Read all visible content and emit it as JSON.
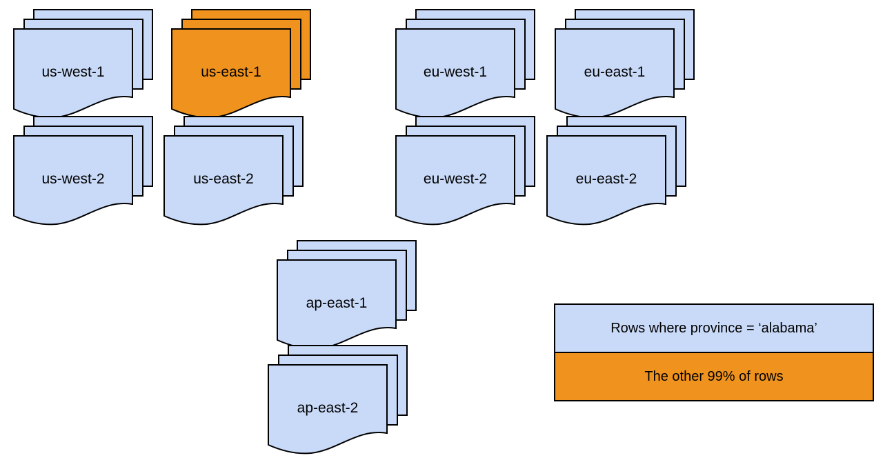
{
  "colors": {
    "normal": "#C9DAF8",
    "highlight": "#F0931E",
    "stroke": "#000000",
    "text": "#000000",
    "background": "#FFFFFF"
  },
  "stacks": [
    {
      "label": "us-west-1",
      "style": "normal"
    },
    {
      "label": "us-east-1",
      "style": "highlight"
    },
    {
      "label": "eu-west-1",
      "style": "normal"
    },
    {
      "label": "eu-east-1",
      "style": "normal"
    },
    {
      "label": "us-west-2",
      "style": "normal"
    },
    {
      "label": "us-east-2",
      "style": "normal"
    },
    {
      "label": "eu-west-2",
      "style": "normal"
    },
    {
      "label": "eu-east-2",
      "style": "normal"
    },
    {
      "label": "ap-east-1",
      "style": "normal"
    },
    {
      "label": "ap-east-2",
      "style": "normal"
    }
  ],
  "legend": {
    "rows": [
      {
        "label": "Rows where province = ‘alabama’",
        "style": "normal"
      },
      {
        "label": "The other 99% of rows",
        "style": "highlight"
      }
    ]
  }
}
